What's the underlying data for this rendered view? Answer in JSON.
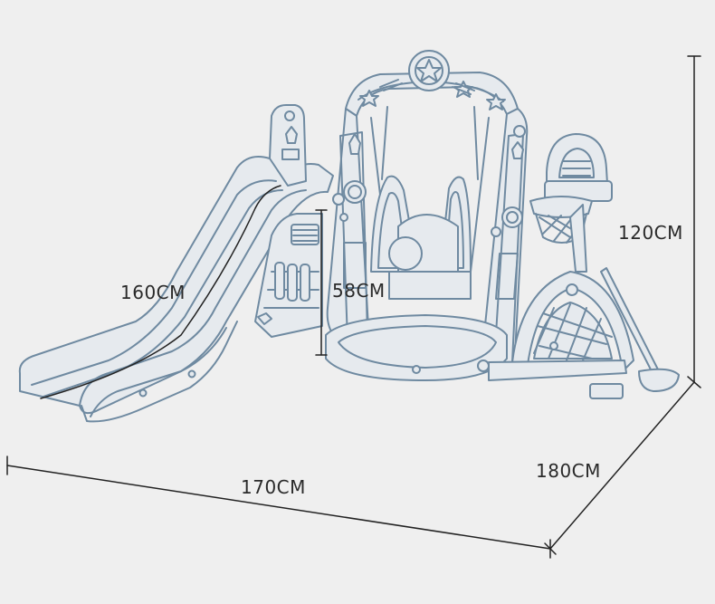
{
  "colors": {
    "background": "#efefef",
    "outline": "#6f8aa1",
    "fill": "#e6eaee",
    "dimension_line": "#222222",
    "label_text": "#2a2a2a"
  },
  "product": {
    "name_icon": "playground-slide-swing-set-outline"
  },
  "dimensions": {
    "slide_length": "160CM",
    "slide_height": "58CM",
    "total_height": "120CM",
    "depth": "180CM",
    "width": "170CM"
  }
}
